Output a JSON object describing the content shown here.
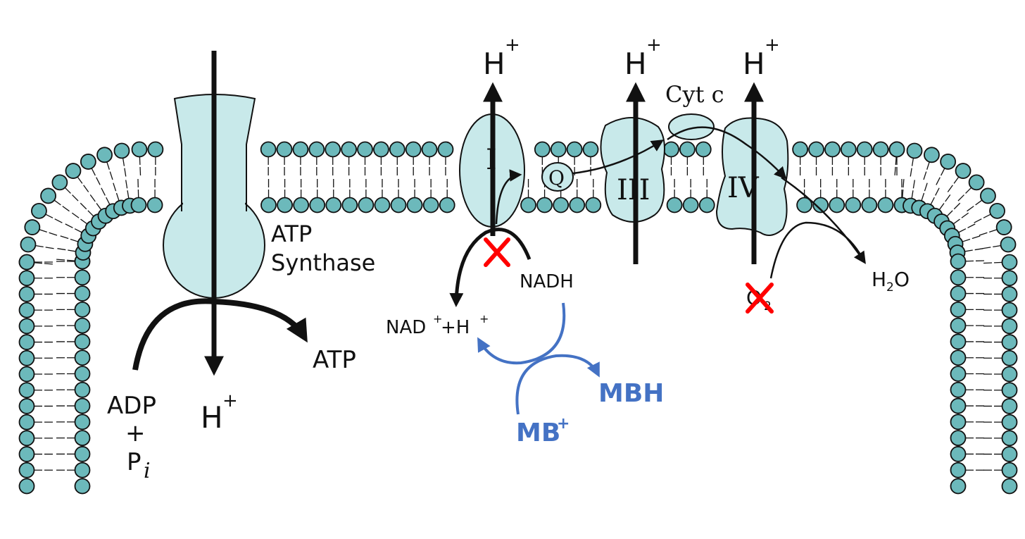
{
  "colors": {
    "membrane_head": "#6cb9bb",
    "protein_fill": "#c8e9ea",
    "arrow": "#111111",
    "methylene_blue": "#4472c4",
    "block_mark": "#ff0000"
  },
  "labels": {
    "atp_synthase_line1": "ATP",
    "atp_synthase_line2": "Synthase",
    "atp": "ATP",
    "adp": "ADP",
    "plus": "+",
    "p": "P",
    "p_sub": "i",
    "h_bottom": "H",
    "h_top_1": "H",
    "h_top_3": "H",
    "h_top_4": "H",
    "sup_plus": "+",
    "complex_1": "I",
    "complex_3": "III",
    "complex_4": "IV",
    "q": "Q",
    "cyt_c": "Cyt c",
    "nadh": "NADH",
    "nad_plus_h": "NAD",
    "nad_mid": "+H",
    "h2o_h": "H",
    "h2o_sub": "2",
    "h2o_o": "O",
    "o2": "O",
    "o2_sub": "2",
    "mbh": "MBH",
    "mb_plus": "MB",
    "mb_sup": "+"
  }
}
